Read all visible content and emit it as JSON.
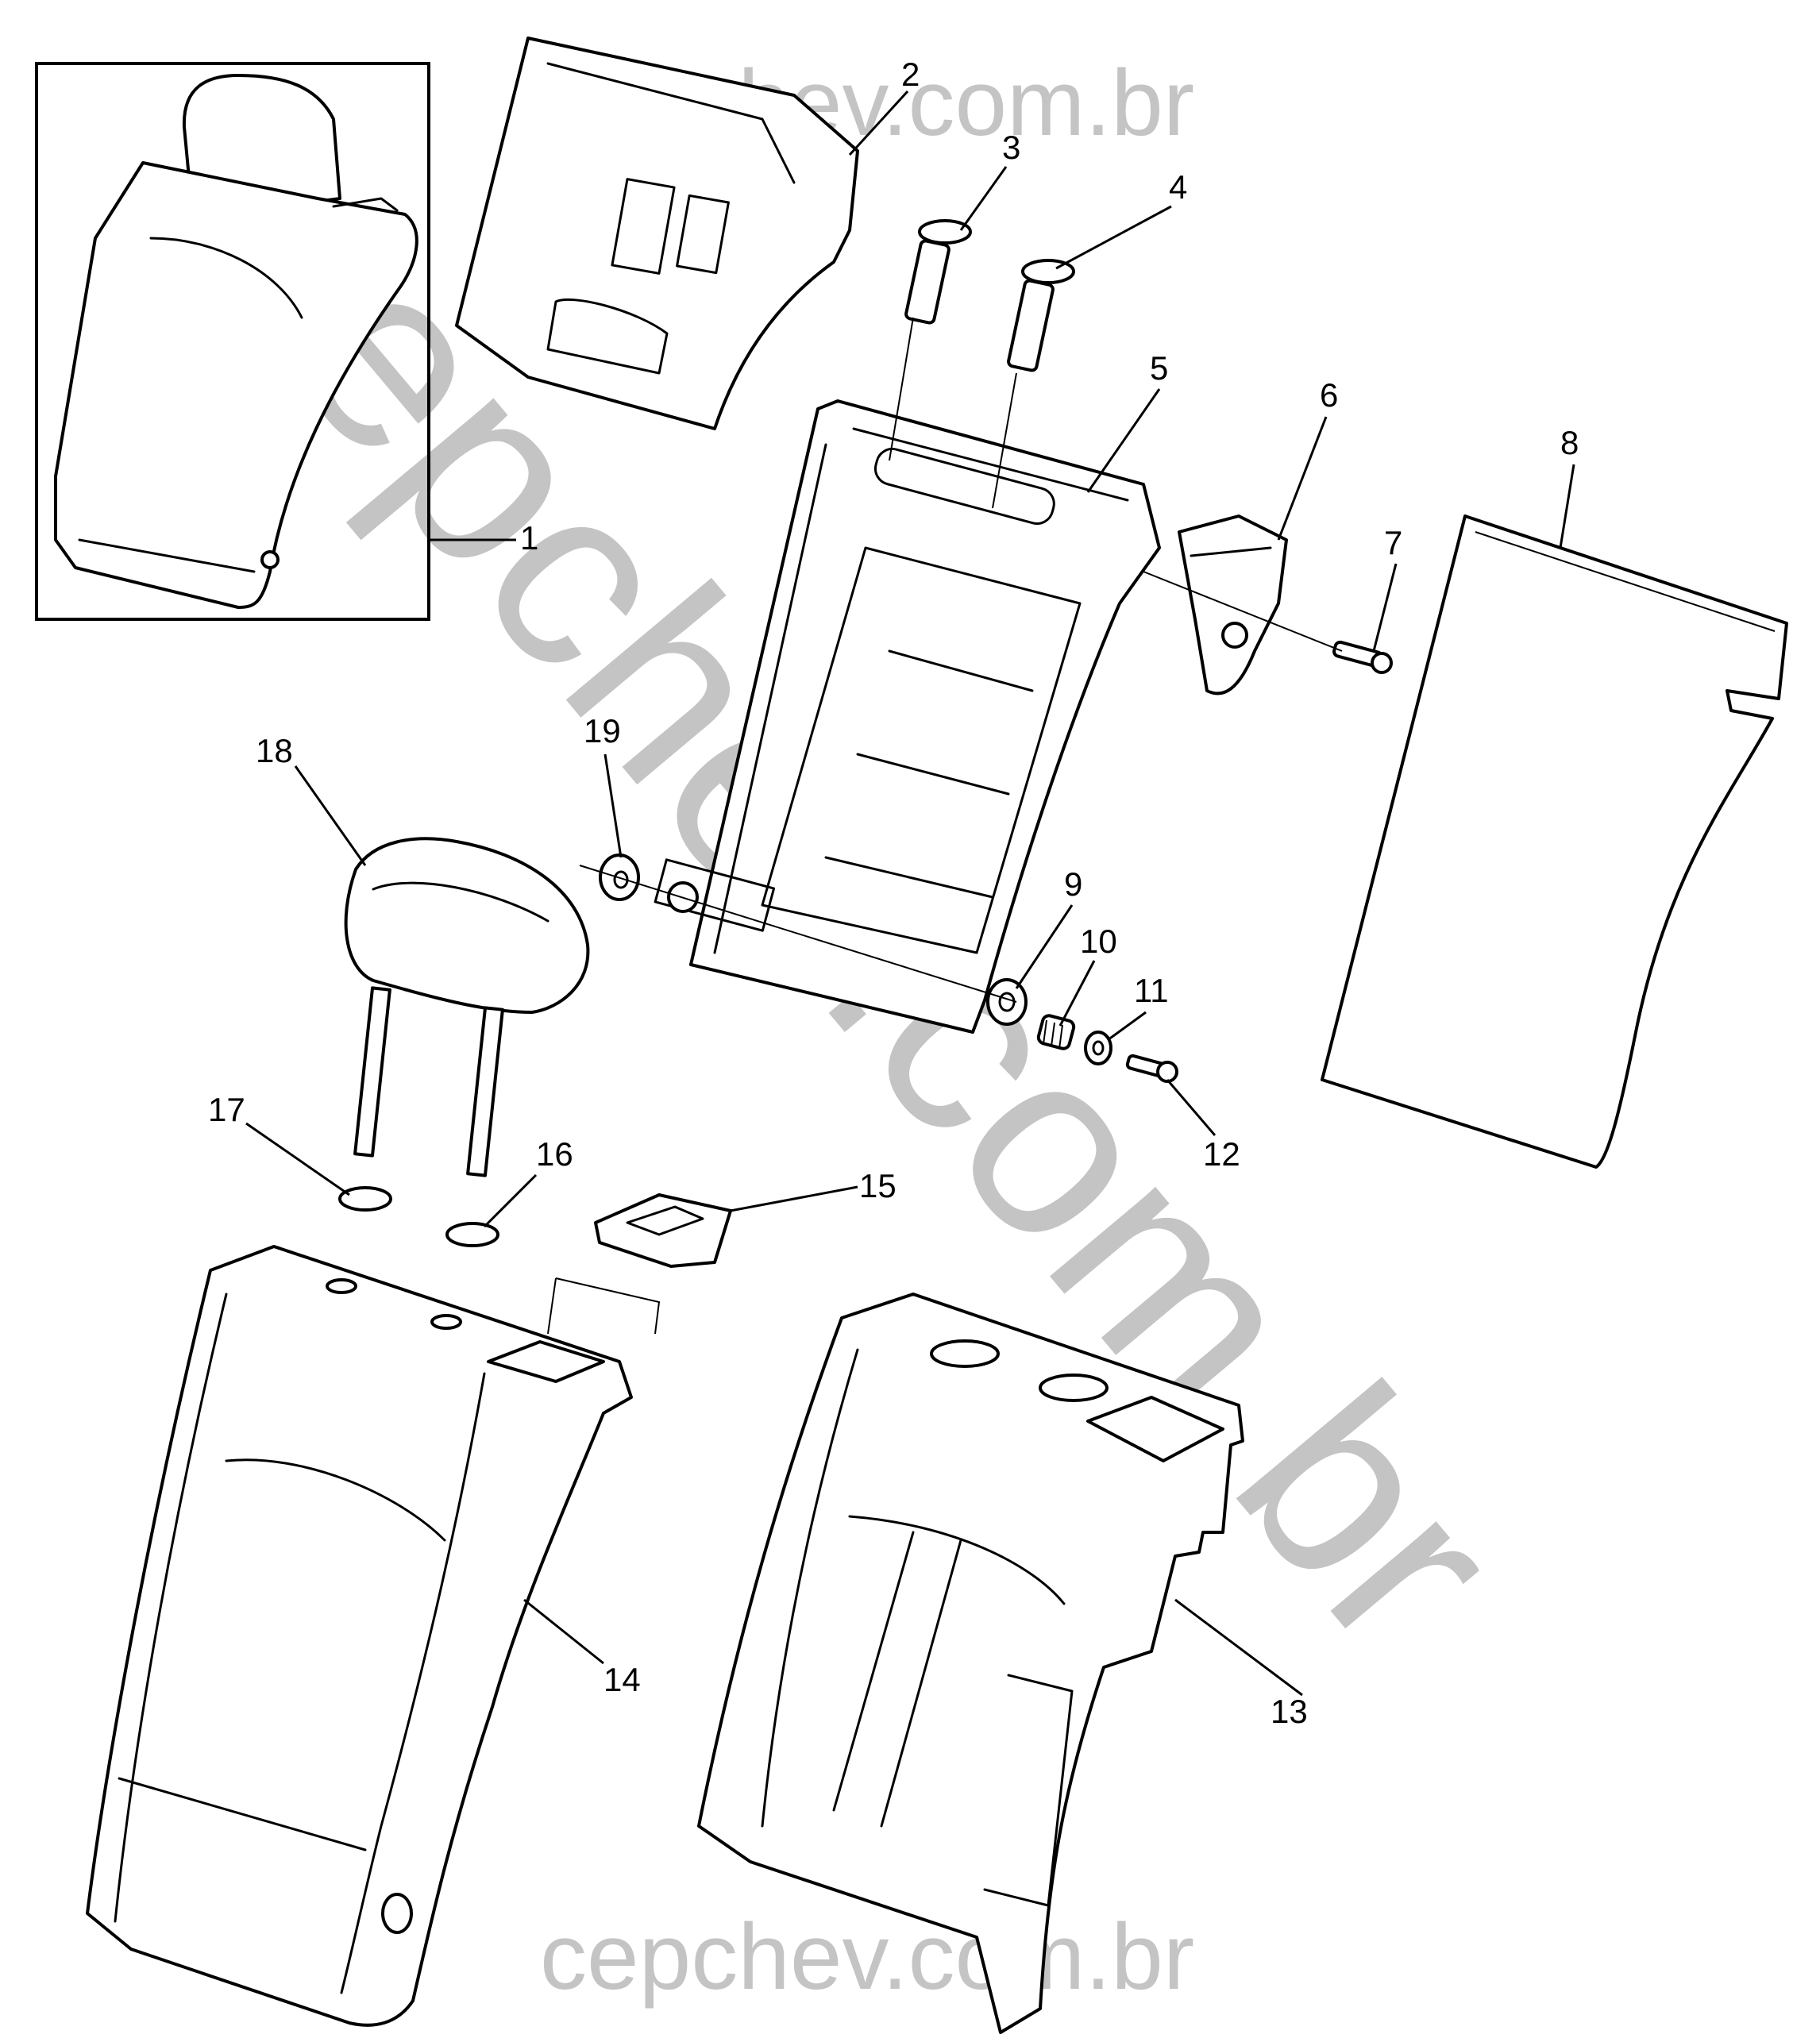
{
  "watermark": {
    "top": "cepchev.com.br",
    "bottom": "cepchev.com.br",
    "diagonal": "cepchev.com.br",
    "color": "#c4c4c4"
  },
  "callouts": [
    {
      "id": "1",
      "text": "1"
    },
    {
      "id": "2",
      "text": "2"
    },
    {
      "id": "3",
      "text": "3"
    },
    {
      "id": "4",
      "text": "4"
    },
    {
      "id": "5",
      "text": "5"
    },
    {
      "id": "6",
      "text": "6"
    },
    {
      "id": "7",
      "text": "7"
    },
    {
      "id": "8",
      "text": "8"
    },
    {
      "id": "9",
      "text": "9"
    },
    {
      "id": "10",
      "text": "10"
    },
    {
      "id": "11",
      "text": "11"
    },
    {
      "id": "12",
      "text": "12"
    },
    {
      "id": "13",
      "text": "13"
    },
    {
      "id": "14",
      "text": "14"
    },
    {
      "id": "15",
      "text": "15"
    },
    {
      "id": "16",
      "text": "16"
    },
    {
      "id": "17",
      "text": "17"
    },
    {
      "id": "18",
      "text": "18"
    },
    {
      "id": "19",
      "text": "19"
    }
  ]
}
